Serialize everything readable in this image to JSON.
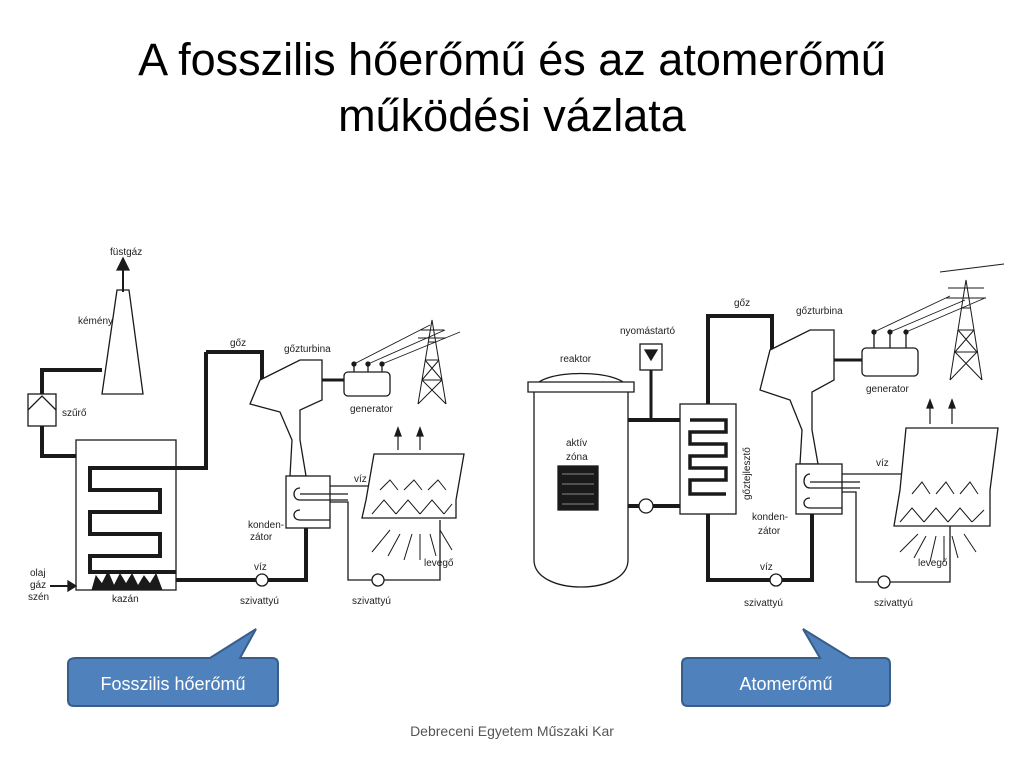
{
  "slide": {
    "title_line1": "A fosszilis hőerőmű és az atomerőmű",
    "title_line2": "működési vázlata",
    "footer": "Debreceni Egyetem Műszaki Kar"
  },
  "fossil": {
    "callout": "Fosszilis hőerőmű",
    "labels": {
      "fustgaz": "füstgáz",
      "kemeny": "kémény",
      "szuro": "szűrő",
      "goz": "gőz",
      "gozturbina": "gőzturbina",
      "generator": "generator",
      "viz_top": "víz",
      "kondenzator_1": "konden-",
      "kondenzator_2": "zátor",
      "olaj": "olaj",
      "gaz": "gáz",
      "szen": "szén",
      "kazan": "kazán",
      "viz_bottom": "víz",
      "szivattyu_1": "szivattyú",
      "szivattyu_2": "szivattyú",
      "levego": "levegő"
    }
  },
  "nuclear": {
    "callout": "Atomerőmű",
    "labels": {
      "goz": "gőz",
      "gozturbina": "gőzturbina",
      "nyomastarto": "nyomástartó",
      "reaktor": "reaktor",
      "aktiv": "aktív",
      "zona": "zóna",
      "goztejleszto": "gőztejlesztő",
      "generator": "generator",
      "viz_top": "víz",
      "kondenzator_1": "konden-",
      "kondenzator_2": "zátor",
      "viz_bottom": "víz",
      "szivattyu_1": "szivattyú",
      "szivattyu_2": "szivattyú",
      "levego": "levegő"
    }
  },
  "colors": {
    "callout_fill": "#4f81bd",
    "callout_stroke": "#385d8a",
    "callout_text": "#ffffff",
    "line": "#1a1a1a"
  }
}
